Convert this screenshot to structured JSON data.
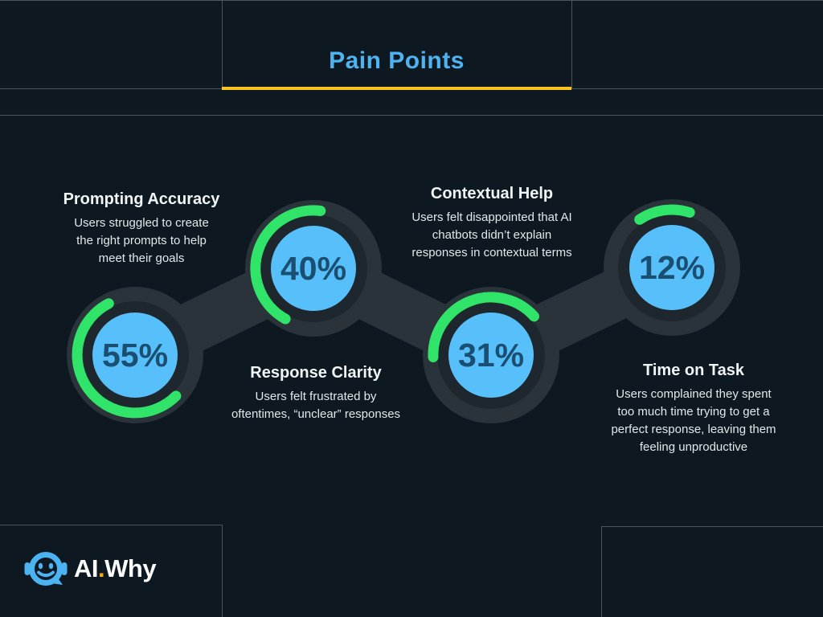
{
  "header": {
    "title": "Pain Points",
    "underline_color": "#F9C322",
    "title_color": "#4FB3F2"
  },
  "chart_data": {
    "type": "donut-progress-chain",
    "title": "Pain Points",
    "legend_position": "none",
    "items": [
      {
        "label": "Prompting Accuracy",
        "percent": 55,
        "value_label": "55%",
        "description": "Users struggled to create\nthe right prompts to help\nmeet their goals"
      },
      {
        "label": "Response Clarity",
        "percent": 40,
        "value_label": "40%",
        "description": "Users felt frustrated by\noftentimes, “unclear” responses"
      },
      {
        "label": "Contextual Help",
        "percent": 31,
        "value_label": "31%",
        "description": "Users felt disappointed that AI\nchatbots didn’t explain\nresponses in contextual terms"
      },
      {
        "label": "Time on Task",
        "percent": 12,
        "value_label": "12%",
        "description": "Users complained they spent\ntoo much time trying to get a\nperfect response, leaving them\nfeeling unproductive"
      }
    ],
    "colors": {
      "background": "#0D1820",
      "connector_blob": "#2A333A",
      "inner_ring": "#1F272E",
      "progress_arc": "#2FE468",
      "value_disc": "#57C0FA",
      "value_text": "#1A4F72"
    }
  },
  "footer": {
    "brand_primary": "AI",
    "brand_dot": ".",
    "brand_secondary": "Why",
    "brand_dot_color": "#F6A71B",
    "brand_mark_color": "#4CB3F2"
  }
}
